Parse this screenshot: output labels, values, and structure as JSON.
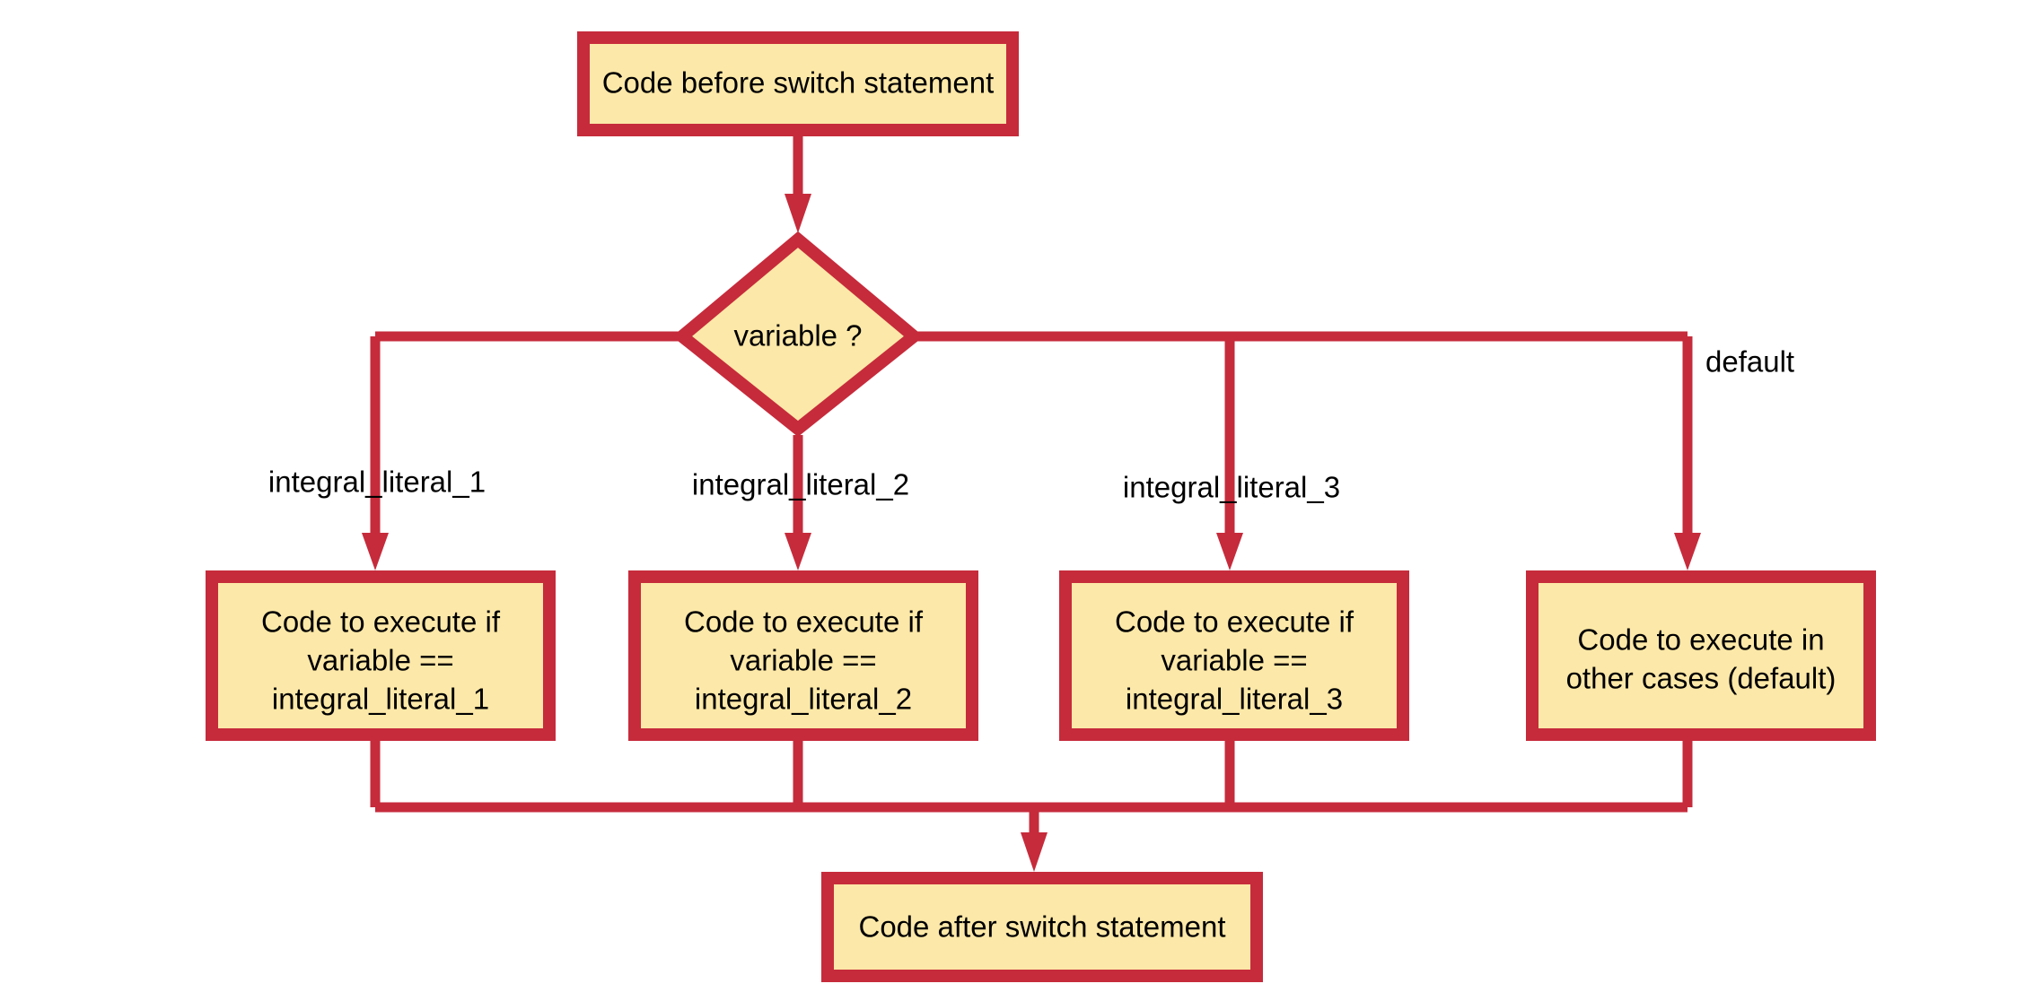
{
  "diagram": {
    "title": "switch statement flowchart",
    "colors": {
      "node_fill": "#FCE8A8",
      "node_border": "#C62B3B",
      "edge": "#C62B3B",
      "text": "#000000",
      "background": "#FFFFFF"
    },
    "nodes": {
      "start": {
        "label": "Code before switch statement",
        "shape": "rectangle"
      },
      "decision": {
        "label": "variable ?",
        "shape": "diamond"
      },
      "case1": {
        "shape": "rectangle",
        "lines": [
          "Code to execute if",
          "variable ==",
          "integral_literal_1"
        ]
      },
      "case2": {
        "shape": "rectangle",
        "lines": [
          "Code to execute if",
          "variable ==",
          "integral_literal_2"
        ]
      },
      "case3": {
        "shape": "rectangle",
        "lines": [
          "Code to execute if",
          "variable ==",
          "integral_literal_3"
        ]
      },
      "default": {
        "shape": "rectangle",
        "lines": [
          "Code to execute in",
          "other cases (default)"
        ]
      },
      "end": {
        "label": "Code after switch statement",
        "shape": "rectangle"
      }
    },
    "edge_labels": {
      "branch1": "integral_literal_1",
      "branch2": "integral_literal_2",
      "branch3": "integral_literal_3",
      "branch_default": "default"
    }
  }
}
